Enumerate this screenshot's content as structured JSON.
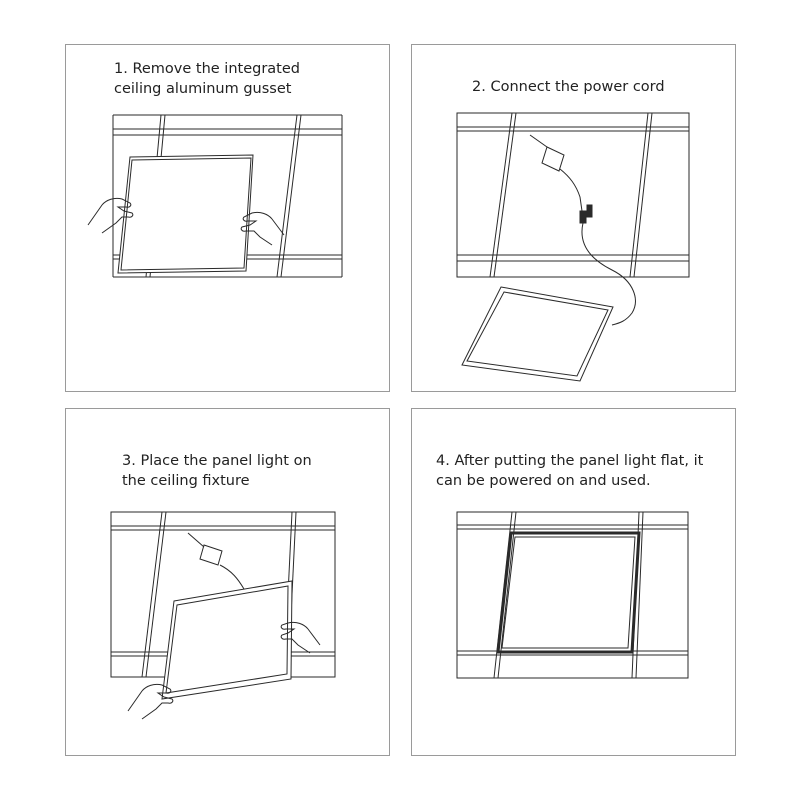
{
  "steps": [
    {
      "line1": "1. Remove the integrated",
      "line2": "ceiling aluminum gusset"
    },
    {
      "line1": "2. Connect the power cord",
      "line2": ""
    },
    {
      "line1": "3. Place the panel light on",
      "line2": "the ceiling fixture"
    },
    {
      "line1": "4. After putting the panel light flat, it",
      "line2": "can be powered on and used."
    }
  ],
  "colors": {
    "frame": "#9a9a9a",
    "line": "#2a2a2a",
    "text": "#222222"
  },
  "icons": [
    "hand-icon",
    "driver-box-icon",
    "power-cord-icon",
    "panel-light-icon",
    "ceiling-grid-icon"
  ]
}
